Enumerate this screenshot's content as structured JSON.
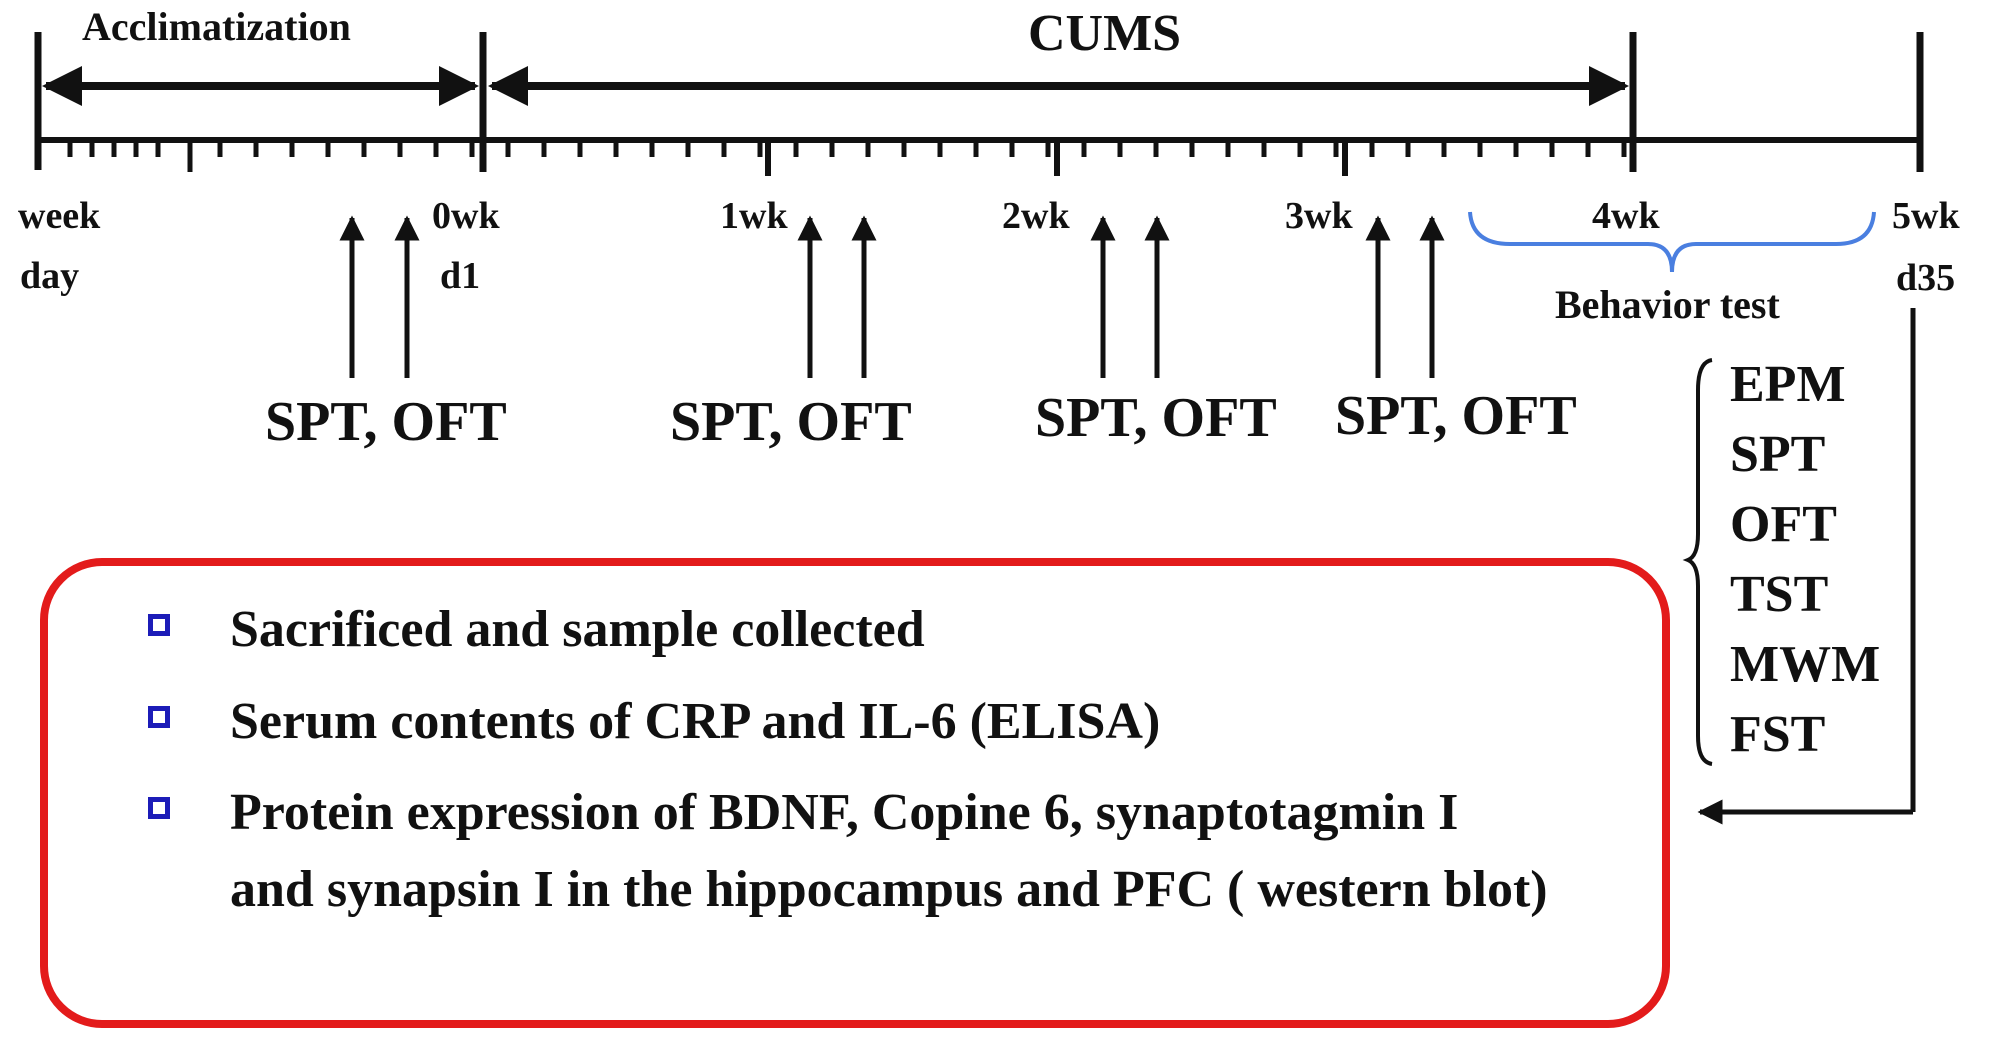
{
  "timeline": {
    "acclimatization_label": "Acclimatization",
    "cums_label": "CUMS",
    "week_label": "week",
    "day_label": "day",
    "week_ticks": [
      "0wk",
      "1wk",
      "2wk",
      "3wk",
      "4wk",
      "5wk"
    ],
    "day_start": "d1",
    "day_end": "d35",
    "behavior_test_label": "Behavior test"
  },
  "measurements": [
    "SPT, OFT",
    "SPT, OFT",
    "SPT, OFT",
    "SPT, OFT"
  ],
  "behavior_tests": [
    "EPM",
    "SPT",
    "OFT",
    "TST",
    "MWM",
    "FST"
  ],
  "endpoint_box": {
    "items": [
      "Sacrificed and sample collected",
      "Serum contents of  CRP  and IL-6 (ELISA)",
      "Protein expression of  BDNF, Copine 6, synaptotagmin I",
      "and synapsin I in the hippocampus and PFC ( western blot)"
    ]
  },
  "colors": {
    "box_border": "#e31b1b",
    "bullet": "#1c1cb8",
    "brace": "#4a7fe0",
    "text": "#111111"
  }
}
